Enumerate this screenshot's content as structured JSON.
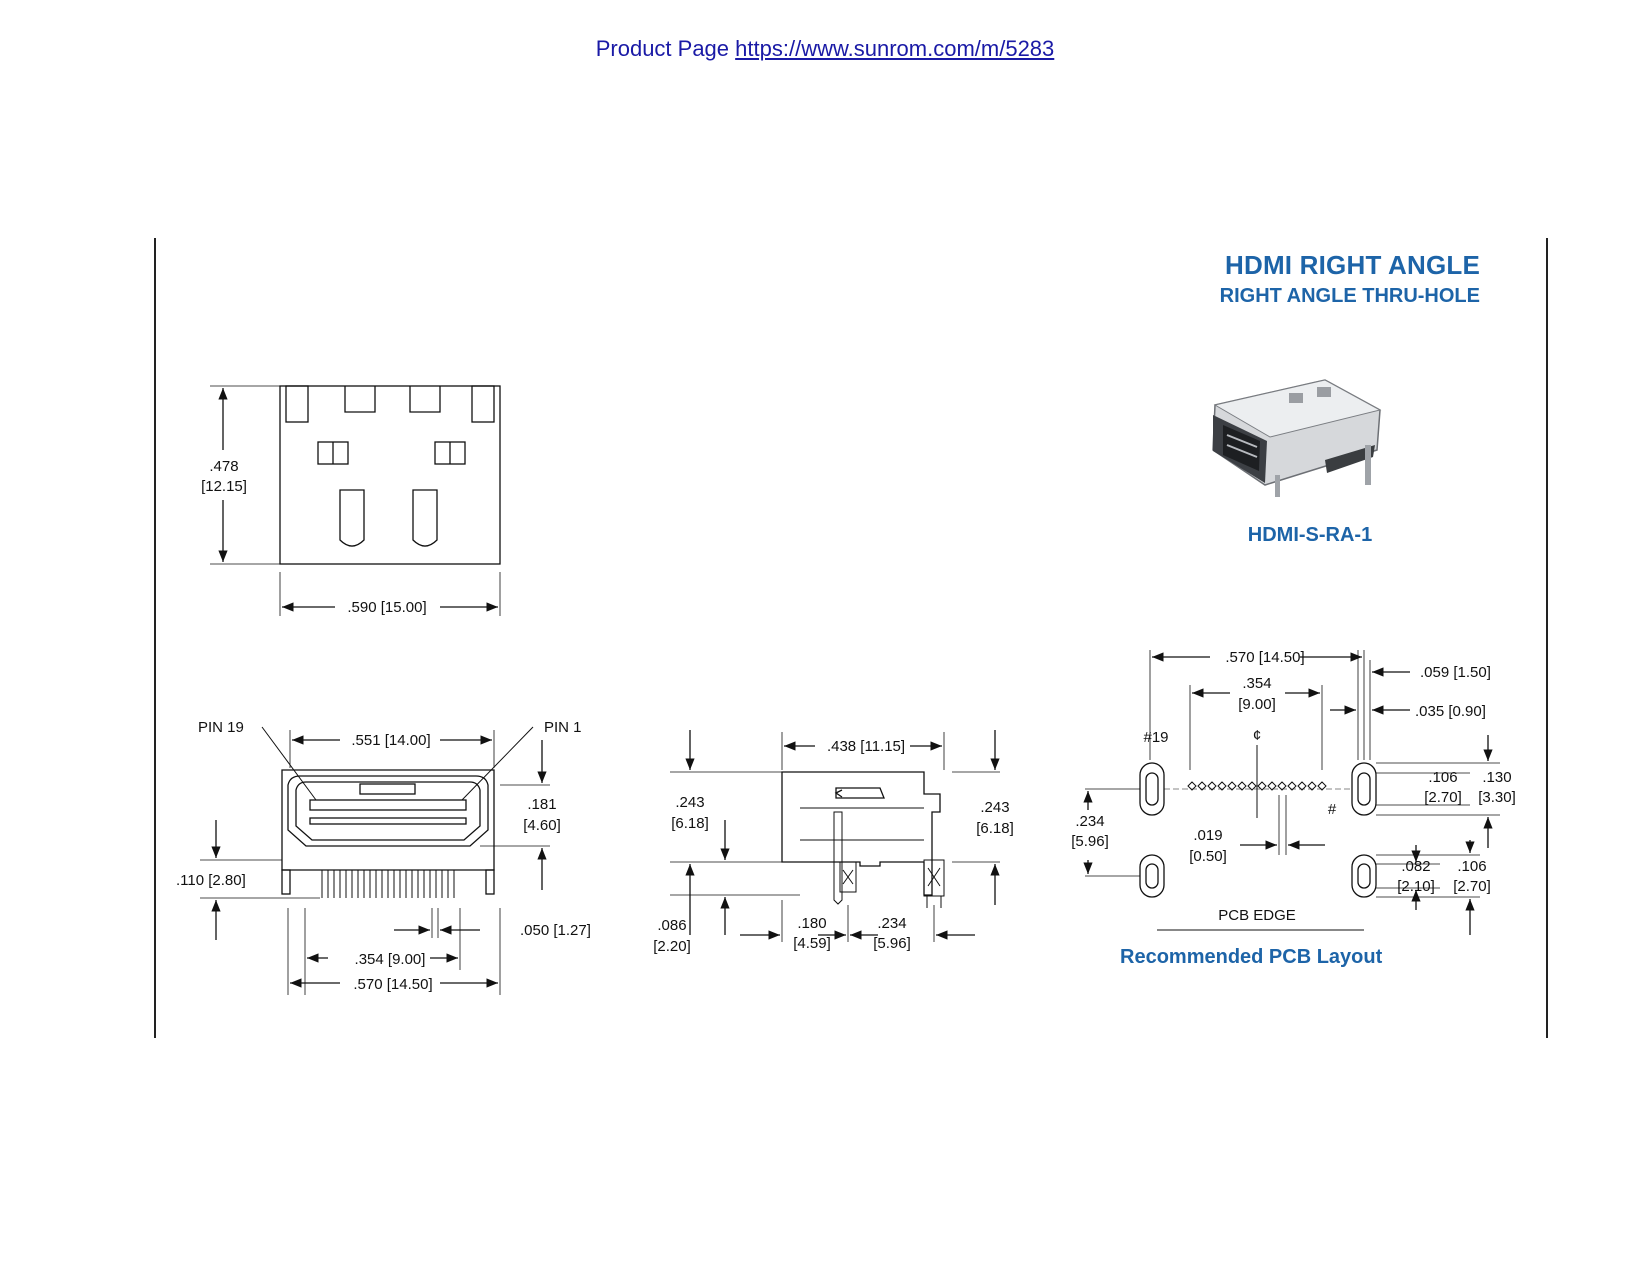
{
  "header": {
    "label": "Product Page",
    "url_text": "https://www.sunrom.com/m/5283"
  },
  "title": {
    "main": "HDMI RIGHT ANGLE",
    "sub": "RIGHT ANGLE THRU-HOLE"
  },
  "product": {
    "part_number": "HDMI-S-RA-1"
  },
  "top_view": {
    "height_in": ".478",
    "height_mm": "[12.15]",
    "width": ".590 [15.00]"
  },
  "front_view": {
    "pin19": "PIN 19",
    "pin1": "PIN 1",
    "opening_width": ".551 [14.00]",
    "opening_height_in": ".181",
    "opening_height_mm": "[4.60]",
    "pin_height": ".110 [2.80]",
    "pitch": ".050 [1.27]",
    "pin_span": ".354 [9.00]",
    "post_span": ".570 [14.50]"
  },
  "side_view": {
    "depth": ".438 [11.15]",
    "left_h_in": ".243",
    "left_h_mm": "[6.18]",
    "right_h_in": ".243",
    "right_h_mm": "[6.18]",
    "tail_in": ".086",
    "tail_mm": "[2.20]",
    "pin_pos_in": ".180",
    "pin_pos_mm": "[4.59]",
    "post_pos_in": ".234",
    "post_pos_mm": "[5.96]"
  },
  "pcb_layout": {
    "overall": ".570 [14.50]",
    "pin_span_in": ".354",
    "pin_span_mm": "[9.00]",
    "slot_w": ".059 [1.50]",
    "slot_drill": ".035 [0.90]",
    "pin19_label": "#19",
    "pin1_label": "#",
    "centerline": "¢",
    "row_pitch_in": ".234",
    "row_pitch_mm": "[5.96]",
    "pad_in": ".019",
    "pad_mm": "[0.50]",
    "slot1_h_in": ".106",
    "slot1_h_mm": "[2.70]",
    "slot1_pad_in": ".130",
    "slot1_pad_mm": "[3.30]",
    "slot2_w_in": ".082",
    "slot2_w_mm": "[2.10]",
    "slot2_h_in": ".106",
    "slot2_h_mm": "[2.70]",
    "edge": "PCB EDGE",
    "caption": "Recommended PCB Layout"
  }
}
